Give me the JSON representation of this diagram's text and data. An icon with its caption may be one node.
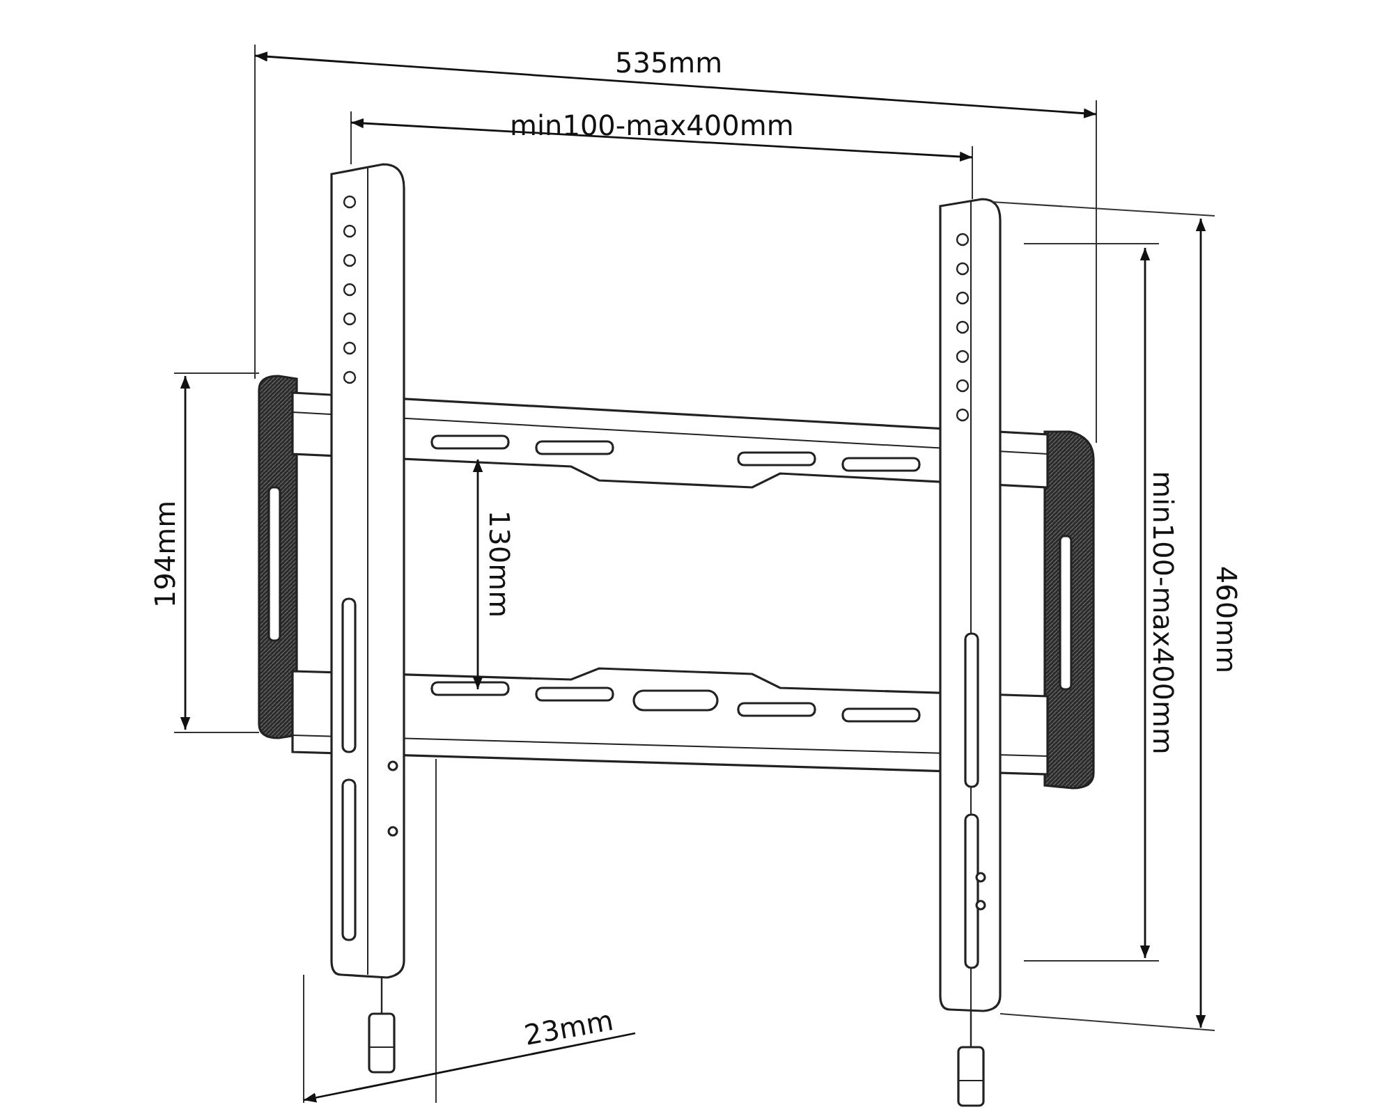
{
  "diagram": {
    "labels": [
      "535mm",
      "min100-max400mm",
      "194mm",
      "130mm",
      "min100-max400mm",
      "460mm",
      "23mm"
    ]
  }
}
